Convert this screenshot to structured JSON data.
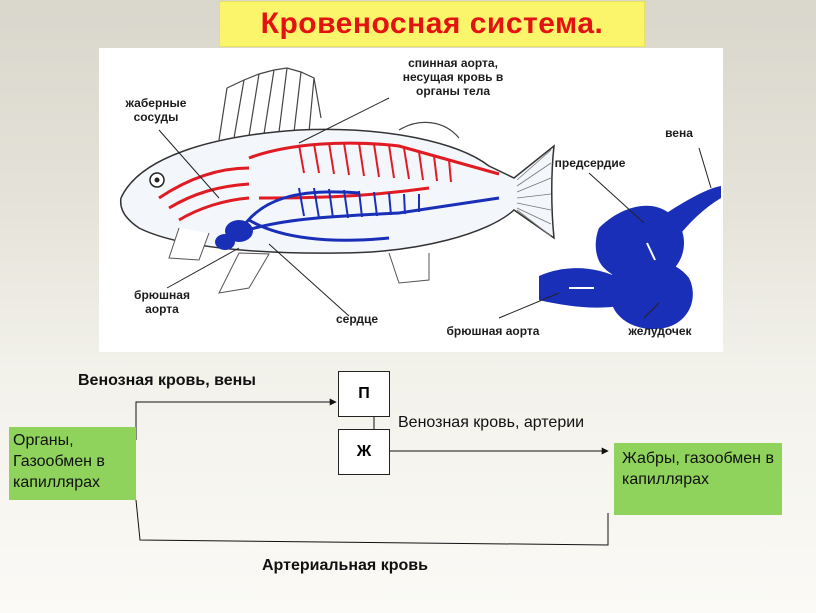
{
  "title": "Кровеносная система.",
  "figure_labels": {
    "gill_vessels": "жаберные сосуды",
    "dorsal_aorta": "спинная аорта, несущая кровь в органы тела",
    "vein": "вена",
    "atrium": "предсердие",
    "ventral_aorta_left": "брюшная аорта",
    "heart": "сердце",
    "ventral_aorta_right": "брюшная аорта",
    "ventricle": "желудочек"
  },
  "scheme": {
    "venous_veins": "Венозная кровь, вены",
    "atrium_letter": "П",
    "ventricle_letter": "Ж",
    "venous_arteries": "Венозная кровь, артерии",
    "organs_box": "Органы, Газообмен в капиллярах",
    "gills_box": "Жабры, газообмен в капиллярах",
    "arterial_blood": "Артериальная кровь"
  },
  "colors": {
    "title_bg": "#fbf56b",
    "title_text": "#e31313",
    "box_green": "#8fd35c",
    "arterial_red": "#e01b24",
    "venous_blue": "#1a2fb8"
  }
}
